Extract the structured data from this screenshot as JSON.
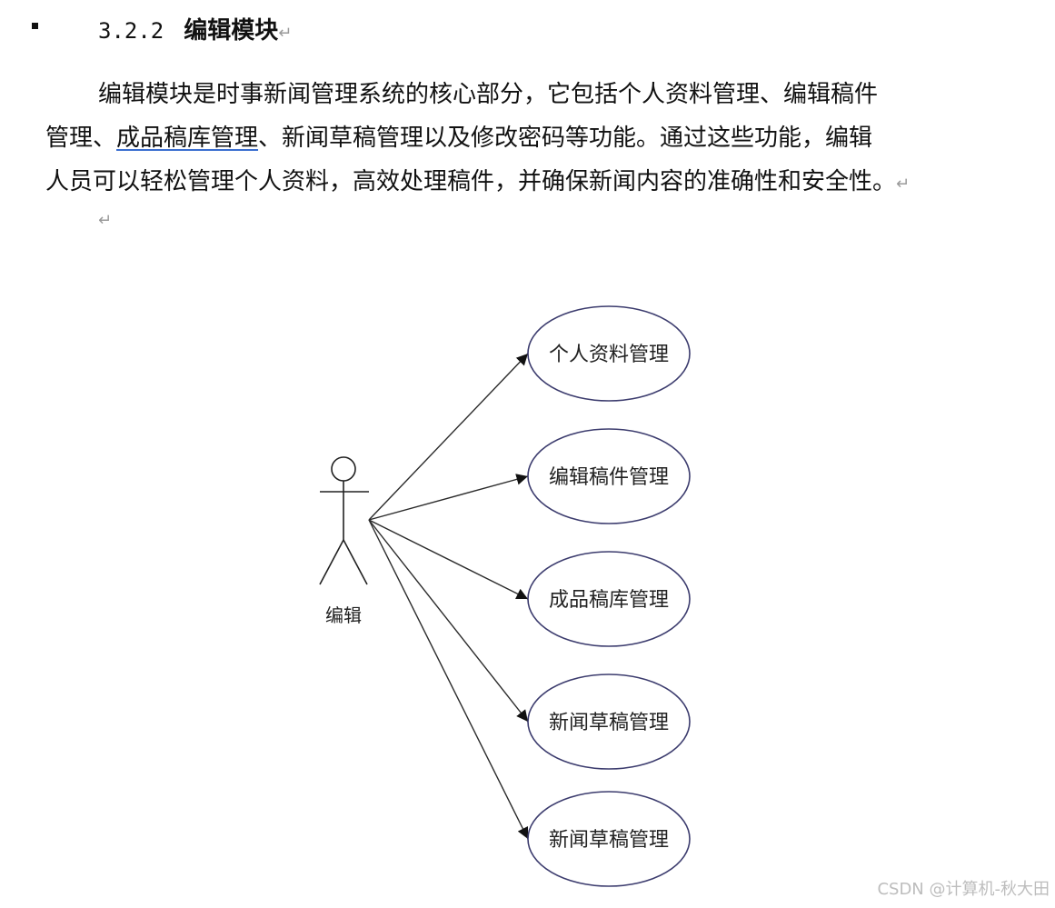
{
  "section": {
    "number": "3.2.2",
    "title": "编辑模块",
    "paragraph_mark": "↵"
  },
  "paragraph": {
    "line1": "编辑模块是时事新闻管理系统的核心部分，它包括个人资料管理、编辑稿件",
    "line2_before": "管理、",
    "line2_link": "成品稿库管理",
    "line2_after": "、新闻草稿管理以及修改密码等功能。通过这些功能，编辑",
    "line3": "人员可以轻松管理个人资料，高效处理稿件，并确保新闻内容的准确性和安全性。"
  },
  "diagram": {
    "actor": "编辑",
    "use_cases": [
      "个人资料管理",
      "编辑稿件管理",
      "成品稿库管理",
      "新闻草稿管理",
      "新闻草稿管理"
    ],
    "colors": {
      "ellipse_stroke": "#3c3c6e",
      "line": "#2b2b2b"
    }
  },
  "watermark": "CSDN @计算机-秋大田"
}
